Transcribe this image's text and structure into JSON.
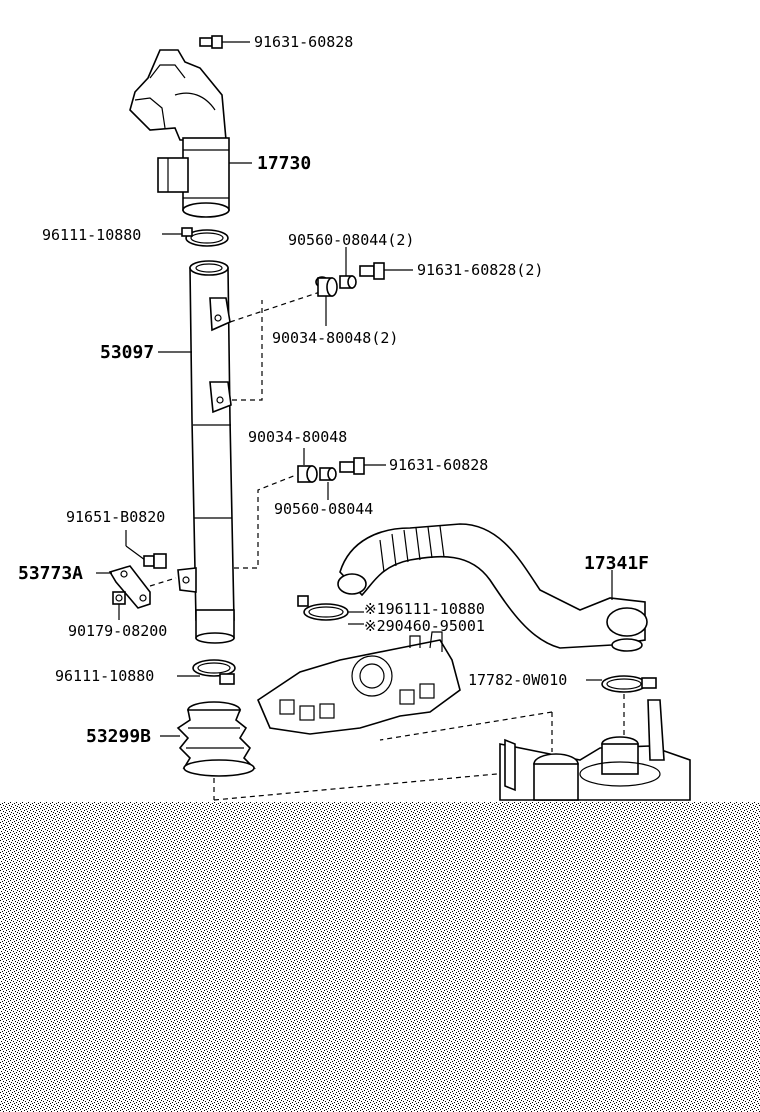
{
  "diagram": {
    "labels": {
      "bolt_top": "91631-60828",
      "duct_17730": "17730",
      "clamp_upper": "96111-10880",
      "washer_a": "90560-08044(2)",
      "bolt_a": "91631-60828(2)",
      "collar_a": "90034-80048(2)",
      "pipe_53097": "53097",
      "collar_b": "90034-80048",
      "bolt_b": "91631-60828",
      "washer_b": "90560-08044",
      "bolt_c": "91651-B0820",
      "bracket_53773A": "53773A",
      "nut_c": "90179-08200",
      "hose_17341F": "17341F",
      "note_1": "※196111-10880",
      "note_2": "※290460-95001",
      "clamp_lower": "96111-10880",
      "clamp_17782": "17782-0W010",
      "boot_53299B": "53299B"
    }
  }
}
